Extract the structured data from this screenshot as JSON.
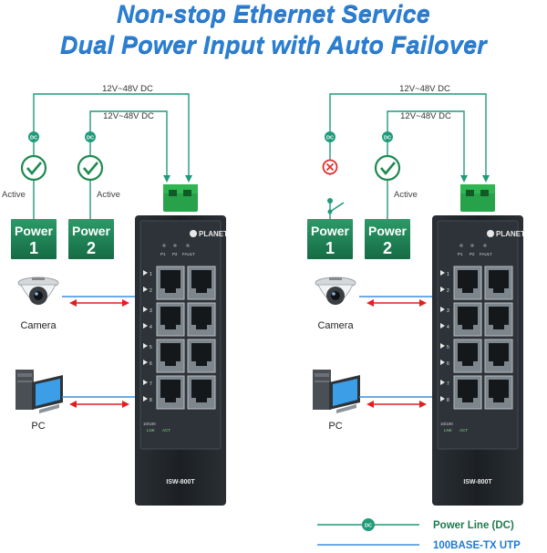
{
  "title": {
    "line1": "Non-stop Ethernet Service",
    "line2": "Dual Power Input with Auto Failover"
  },
  "voltage_label": "12V~48V DC",
  "dc_badge": "DC",
  "status_active": "Active",
  "power_word": "Power",
  "power1_num": "1",
  "power2_num": "2",
  "camera_label": "Camera",
  "pc_label": "PC",
  "brand": "PLANET",
  "led_labels": {
    "p1": "P1",
    "p2": "P2",
    "fault": "FAULT"
  },
  "port_numbers": [
    "1",
    "2",
    "3",
    "4",
    "5",
    "6",
    "7",
    "8"
  ],
  "speed_label": "10/100",
  "lnk_label": "LNK",
  "act_label": "ACT",
  "model": "ISW-800T",
  "legend": {
    "power_line": "Power Line (DC)",
    "utp": "100BASE-TX UTP"
  },
  "colors": {
    "title_blue": "#2a7fd4",
    "power_green": "#1f9a7a",
    "power_box": "#1a7b52",
    "utp_blue": "#3b8fe0",
    "arrow_red": "#e02020",
    "fail_red": "#e03030",
    "switch_body": "#1e2226"
  }
}
